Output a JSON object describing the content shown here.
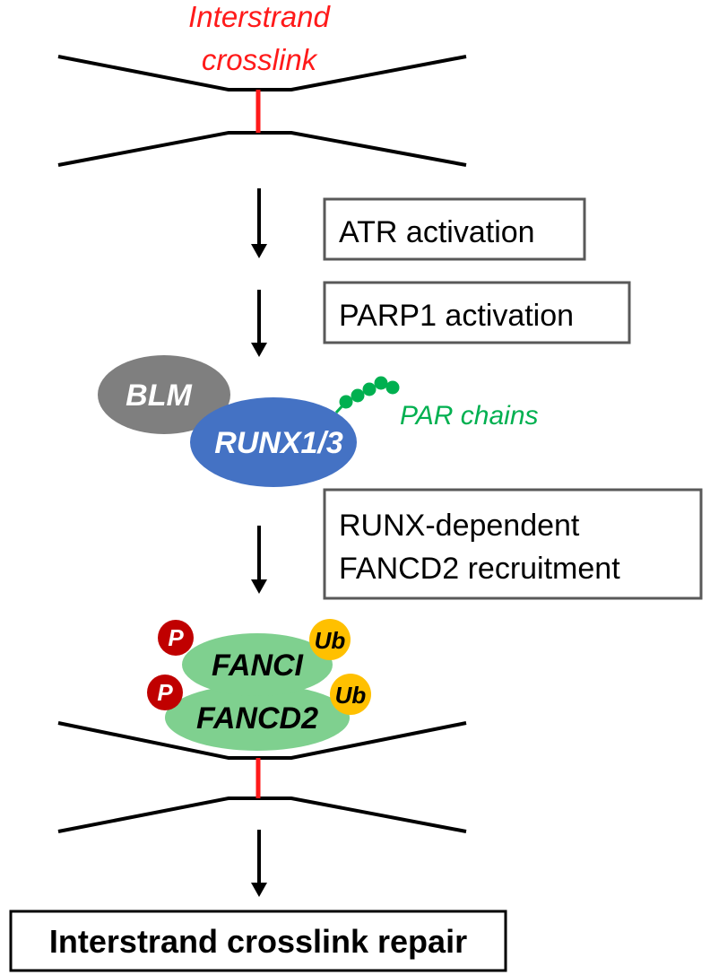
{
  "crosslink_label": {
    "line1": "Interstrand",
    "line2": "crosslink"
  },
  "steps": {
    "atr": "ATR activation",
    "parp1": "PARP1 activation",
    "runx_line1": "RUNX-dependent",
    "runx_line2": "FANCD2 recruitment"
  },
  "proteins": {
    "blm": "BLM",
    "runx": "RUNX1/3",
    "par_chains": "PAR chains",
    "fanci": "FANCI",
    "fancd2": "FANCD2"
  },
  "modifications": {
    "phospho": "P",
    "ubiquitin": "Ub"
  },
  "final": "Interstrand crosslink repair",
  "colors": {
    "crosslink_red": "#ff1a1a",
    "blm_gray": "#7f7f7f",
    "runx_blue": "#4472c4",
    "par_green": "#00b050",
    "fanc_green": "#7fd08f",
    "phospho_red": "#c00000",
    "ubiquitin_yellow": "#ffc000"
  }
}
